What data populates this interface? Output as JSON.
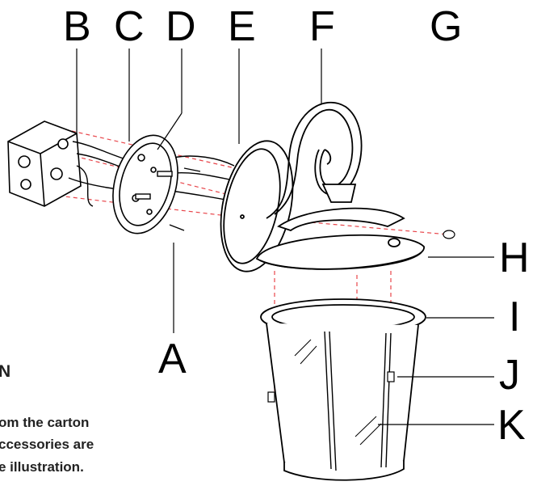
{
  "callouts": {
    "A": "A",
    "B": "B",
    "C": "C",
    "D": "D",
    "E": "E",
    "F": "F",
    "G": "G",
    "H": "H",
    "I": "I",
    "J": "J",
    "K": "K"
  },
  "instructions": {
    "heading": "N",
    "lines": [
      "om the carton",
      "ccessories are",
      "e illustration."
    ]
  },
  "colors": {
    "line": "#000000",
    "dash": "#e8454a",
    "background": "#ffffff"
  }
}
